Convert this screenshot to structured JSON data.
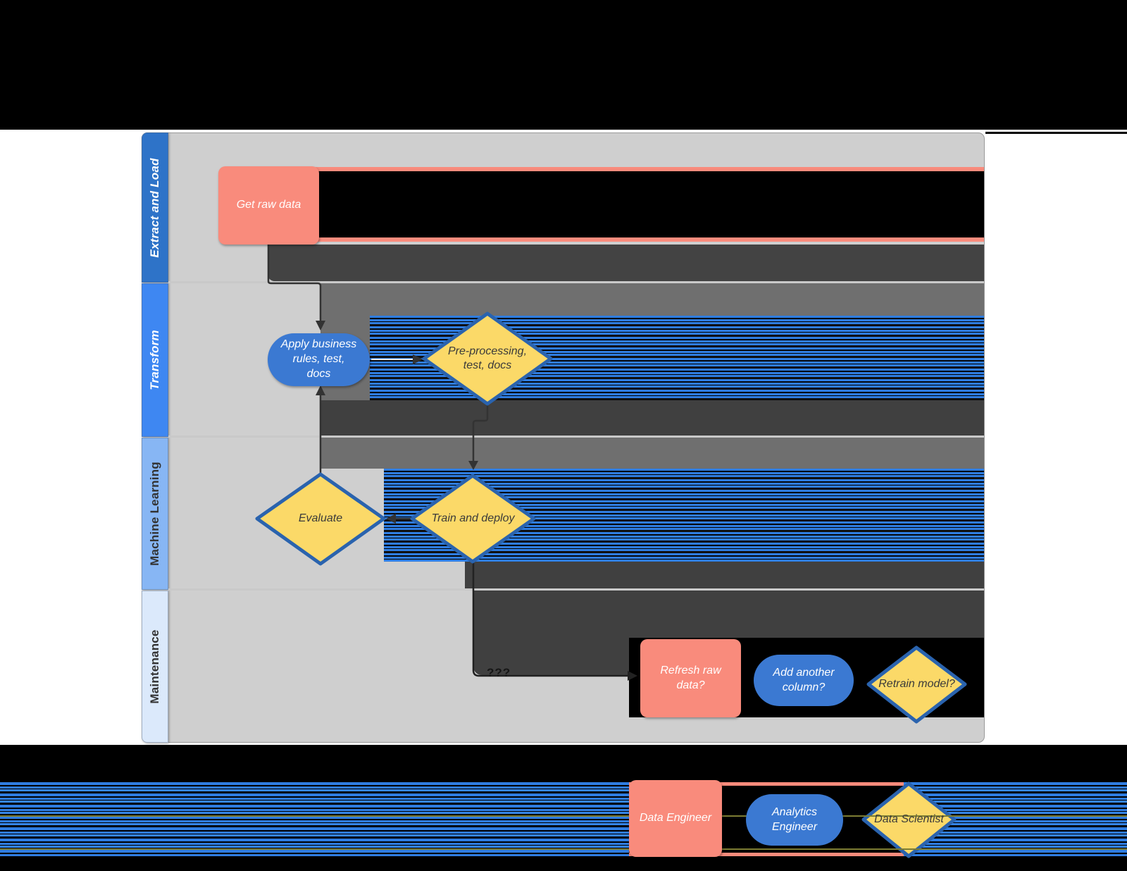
{
  "lanes": [
    {
      "id": "extract-and-load",
      "label": "Extract and Load",
      "header_color": "#2E73C8",
      "label_color": "#FFFFFF",
      "label_style": "italic"
    },
    {
      "id": "transform",
      "label": "Transform",
      "header_color": "#3E87F2",
      "label_color": "#FFFFFF",
      "label_style": "italic"
    },
    {
      "id": "machine-learning",
      "label": "Machine Learning",
      "header_color": "#87B6F4",
      "label_color": "#333333",
      "label_style": "normal"
    },
    {
      "id": "maintenance",
      "label": "Maintenance",
      "header_color": "#DBE9FB",
      "label_color": "#333333",
      "label_style": "normal"
    }
  ],
  "nodes": [
    {
      "id": "get-raw-data",
      "lane": "extract-and-load",
      "shape": "rounded-rectangle",
      "role": "data-engineer",
      "label": "Get raw data"
    },
    {
      "id": "apply-business-rules",
      "lane": "transform",
      "shape": "stadium",
      "role": "analytics-engineer",
      "label": "Apply business\nrules, test,\ndocs"
    },
    {
      "id": "pre-processing",
      "lane": "transform",
      "shape": "diamond",
      "role": "data-scientist",
      "label": "Pre-processing,\ntest, docs"
    },
    {
      "id": "evaluate",
      "lane": "machine-learning",
      "shape": "diamond",
      "role": "data-scientist",
      "label": "Evaluate"
    },
    {
      "id": "train-and-deploy",
      "lane": "machine-learning",
      "shape": "diamond",
      "role": "data-scientist",
      "label": "Train and deploy"
    },
    {
      "id": "refresh-raw-data",
      "lane": "maintenance",
      "shape": "rounded-rectangle",
      "role": "data-engineer",
      "label": "Refresh raw\ndata?"
    },
    {
      "id": "add-another-column",
      "lane": "maintenance",
      "shape": "stadium",
      "role": "analytics-engineer",
      "label": "Add another\ncolumn?"
    },
    {
      "id": "retrain-model",
      "lane": "maintenance",
      "shape": "diamond",
      "role": "data-scientist",
      "label": "Retrain model?"
    }
  ],
  "edges": [
    {
      "from": "get-raw-data",
      "to": "apply-business-rules",
      "label": ""
    },
    {
      "from": "apply-business-rules",
      "to": "pre-processing",
      "label": ""
    },
    {
      "from": "pre-processing",
      "to": "train-and-deploy",
      "label": ""
    },
    {
      "from": "train-and-deploy",
      "to": "evaluate",
      "label": ""
    },
    {
      "from": "evaluate",
      "to": "apply-business-rules",
      "label": ""
    },
    {
      "from": "train-and-deploy",
      "to": "refresh-raw-data",
      "label": "???"
    }
  ],
  "legend": [
    {
      "id": "data-engineer",
      "shape": "rounded-rectangle",
      "label": "Data Engineer",
      "color": "#F98B7C"
    },
    {
      "id": "analytics-engineer",
      "shape": "stadium",
      "label": "Analytics\nEngineer",
      "color": "#3B79D2"
    },
    {
      "id": "data-scientist",
      "shape": "diamond",
      "label": "Data Scientist",
      "color": "#FBD968"
    }
  ],
  "colors": {
    "salmon": "#F98B7C",
    "blue": "#3B79D2",
    "yellow": "#FBD968",
    "diamond-border": "#2A63AE",
    "lane1": "#2E73C8",
    "lane2": "#3E87F2",
    "lane3": "#87B6F4",
    "lane4": "#DBE9FB",
    "lane-body": "#CFCFCF",
    "stripe-blue": "#2F7DE1",
    "arrow": "#333333"
  }
}
